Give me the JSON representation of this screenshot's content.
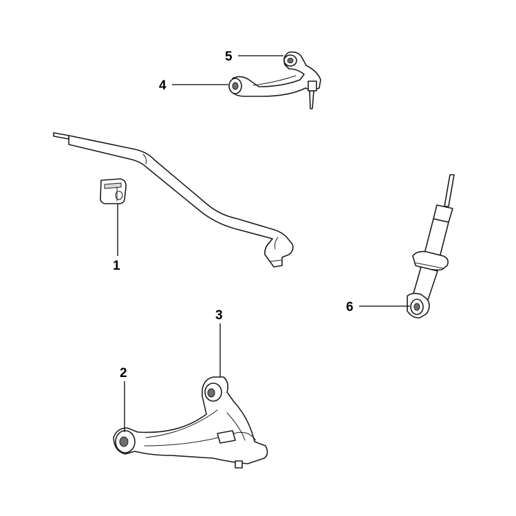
{
  "callouts": [
    {
      "id": "1",
      "label": "1"
    },
    {
      "id": "2",
      "label": "2"
    },
    {
      "id": "3",
      "label": "3"
    },
    {
      "id": "4",
      "label": "4"
    },
    {
      "id": "5",
      "label": "5"
    },
    {
      "id": "6",
      "label": "6"
    }
  ],
  "parts": [
    {
      "callout": "1",
      "icon": "stabilizer-bar-bushing-icon"
    },
    {
      "callout": "2",
      "icon": "lower-control-arm-front-bushing-icon"
    },
    {
      "callout": "3",
      "icon": "lower-control-arm-rear-bushing-icon"
    },
    {
      "callout": "4",
      "icon": "upper-control-arm-bushing-icon"
    },
    {
      "callout": "5",
      "icon": "upper-control-arm-rear-bushing-icon"
    },
    {
      "callout": "6",
      "icon": "shock-absorber-bushing-icon"
    }
  ],
  "colors": {
    "line": "#1a1a1a",
    "background": "#ffffff",
    "label": "#000000"
  }
}
